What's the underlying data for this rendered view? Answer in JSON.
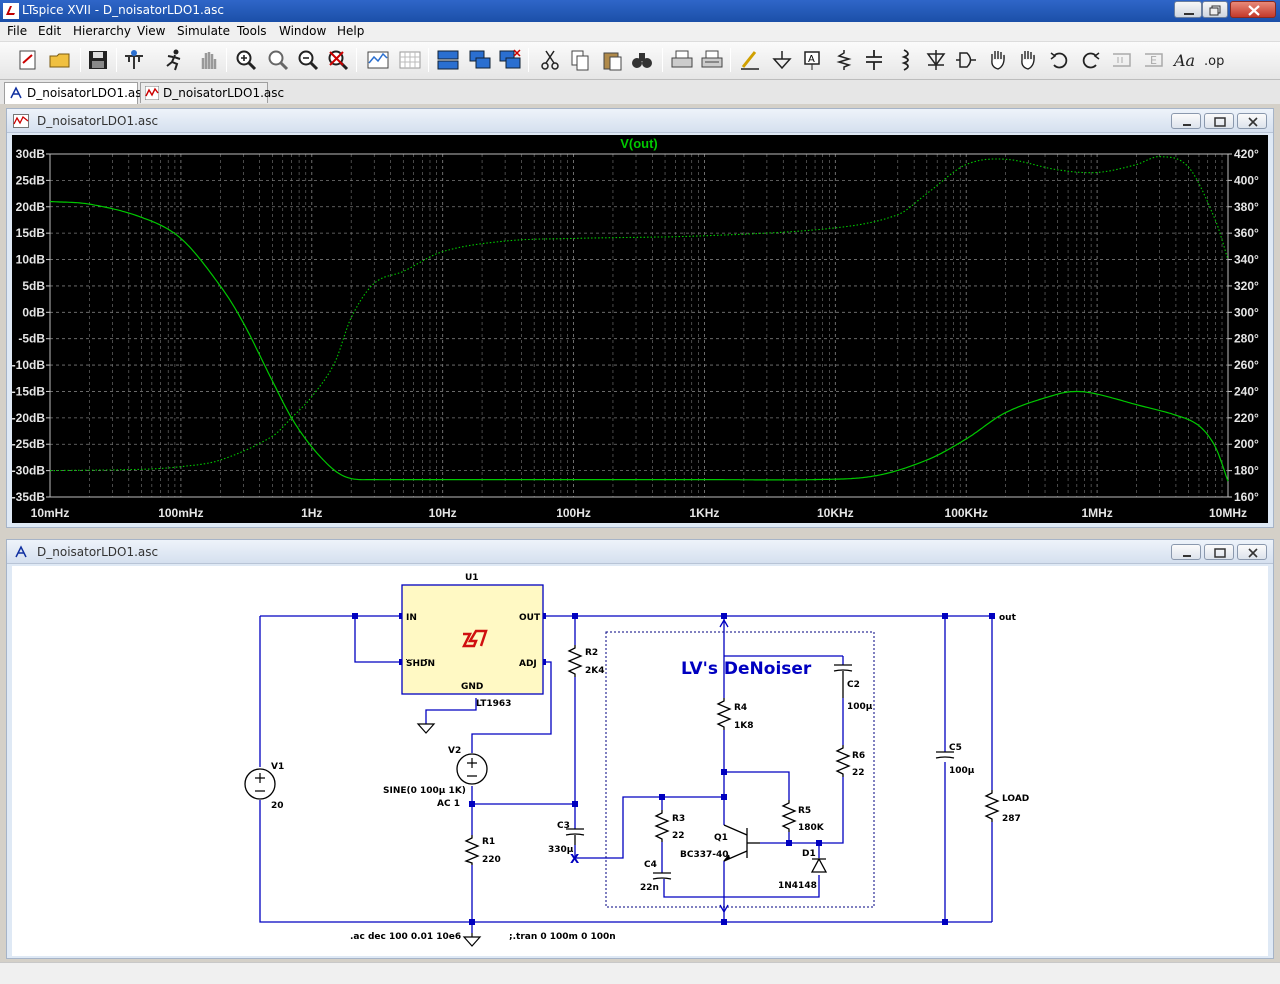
{
  "window": {
    "title": "LTspice XVII - D_noisatorLDO1.asc"
  },
  "menu": [
    "File",
    "Edit",
    "Hierarchy",
    "View",
    "Simulate",
    "Tools",
    "Window",
    "Help"
  ],
  "tabs": [
    {
      "label": "D_noisatorLDO1.asc",
      "icon": "schematic-icon",
      "active": true
    },
    {
      "label": "D_noisatorLDO1.asc",
      "icon": "waveform-icon",
      "active": false
    }
  ],
  "plot_window": {
    "title": "D_noisatorLDO1.asc"
  },
  "schematic_window": {
    "title": "D_noisatorLDO1.asc"
  },
  "colors": {
    "trace": "#00c800",
    "grid": "#7a7a7a",
    "plot_bg": "#000000",
    "axis_text": "#e6e6e6",
    "wire": "#0000c0",
    "component": "#000000",
    "dashed_box": "#000080",
    "heading": "#0000c0",
    "ic_fill": "#fff9c4"
  },
  "chart_data": {
    "type": "line",
    "title": "V(out)",
    "xscale": "log",
    "xlim": [
      0.01,
      10000000
    ],
    "x_ticks": [
      "10mHz",
      "100mHz",
      "1Hz",
      "10Hz",
      "100Hz",
      "1KHz",
      "10KHz",
      "100KHz",
      "1MHz",
      "10MHz"
    ],
    "y_left_label_unit": "dB",
    "y_left_lim": [
      -35,
      30
    ],
    "y_left_ticks": [
      "30dB",
      "25dB",
      "20dB",
      "15dB",
      "10dB",
      "5dB",
      "0dB",
      "-5dB",
      "-10dB",
      "-15dB",
      "-20dB",
      "-25dB",
      "-30dB",
      "-35dB"
    ],
    "y_right_lim": [
      160,
      420
    ],
    "y_right_ticks": [
      "420°",
      "400°",
      "380°",
      "360°",
      "340°",
      "320°",
      "300°",
      "280°",
      "260°",
      "240°",
      "220°",
      "200°",
      "180°",
      "160°"
    ],
    "grid": true,
    "series": [
      {
        "name": "V(out)",
        "style": "solid",
        "axis": "left",
        "x": [
          0.01,
          0.02,
          0.05,
          0.1,
          0.2,
          0.3,
          0.5,
          0.7,
          1,
          1.5,
          2,
          3,
          5,
          10,
          100,
          1000,
          7000,
          20000,
          50000,
          100000,
          200000,
          500000,
          700000,
          1000000,
          2000000,
          4000000,
          6000000,
          8000000,
          10000000
        ],
        "y": [
          21,
          20.5,
          18,
          14,
          5,
          -2,
          -13,
          -20,
          -25.5,
          -30,
          -31.5,
          -31.7,
          -31.7,
          -31.7,
          -31.7,
          -31.7,
          -31.7,
          -31,
          -28,
          -24,
          -19,
          -15.5,
          -15,
          -15.5,
          -17.5,
          -19.5,
          -21.5,
          -25.5,
          -32
        ]
      },
      {
        "name": "phase",
        "style": "dotted",
        "axis": "right",
        "x": [
          0.01,
          0.05,
          0.1,
          0.2,
          0.5,
          0.7,
          1,
          1.5,
          2,
          3,
          5,
          10,
          30,
          100,
          1000,
          10000,
          30000,
          50000,
          100000,
          200000,
          500000,
          1000000,
          2000000,
          3000000,
          5000000,
          8000000,
          10000000
        ],
        "y": [
          180,
          181,
          183,
          188,
          206,
          220,
          236,
          262,
          296,
          322,
          331,
          346,
          354,
          356,
          358,
          364,
          374,
          390,
          412,
          416,
          408,
          406,
          412,
          418,
          410,
          370,
          340
        ]
      }
    ]
  },
  "schematic": {
    "heading": "LV's DeNoiser",
    "components": [
      {
        "ref": "U1",
        "value": "LT1963",
        "pins": [
          "IN",
          "OUT",
          "SHDN",
          "ADJ",
          "GND"
        ]
      },
      {
        "ref": "V1",
        "value": "20"
      },
      {
        "ref": "V2",
        "value": "SINE(0 100µ 1K)",
        "extra": "AC 1"
      },
      {
        "ref": "R1",
        "value": "220"
      },
      {
        "ref": "R2",
        "value": "2K4"
      },
      {
        "ref": "C3",
        "value": "330µ"
      },
      {
        "ref": "C2",
        "value": "100µ"
      },
      {
        "ref": "R4",
        "value": "1K8"
      },
      {
        "ref": "R6",
        "value": "22"
      },
      {
        "ref": "R3",
        "value": "22"
      },
      {
        "ref": "R5",
        "value": "180K"
      },
      {
        "ref": "Q1",
        "value": "BC337-40"
      },
      {
        "ref": "C4",
        "value": "22n"
      },
      {
        "ref": "D1",
        "value": "1N4148"
      },
      {
        "ref": "C5",
        "value": "100µ"
      },
      {
        "ref": "LOAD",
        "value": "287"
      }
    ],
    "net_out": "out",
    "directive_ac": ".ac dec 100 0.01 10e6",
    "directive_tran": ";.tran 0 100m 0 100n",
    "probe_marker": "X"
  }
}
